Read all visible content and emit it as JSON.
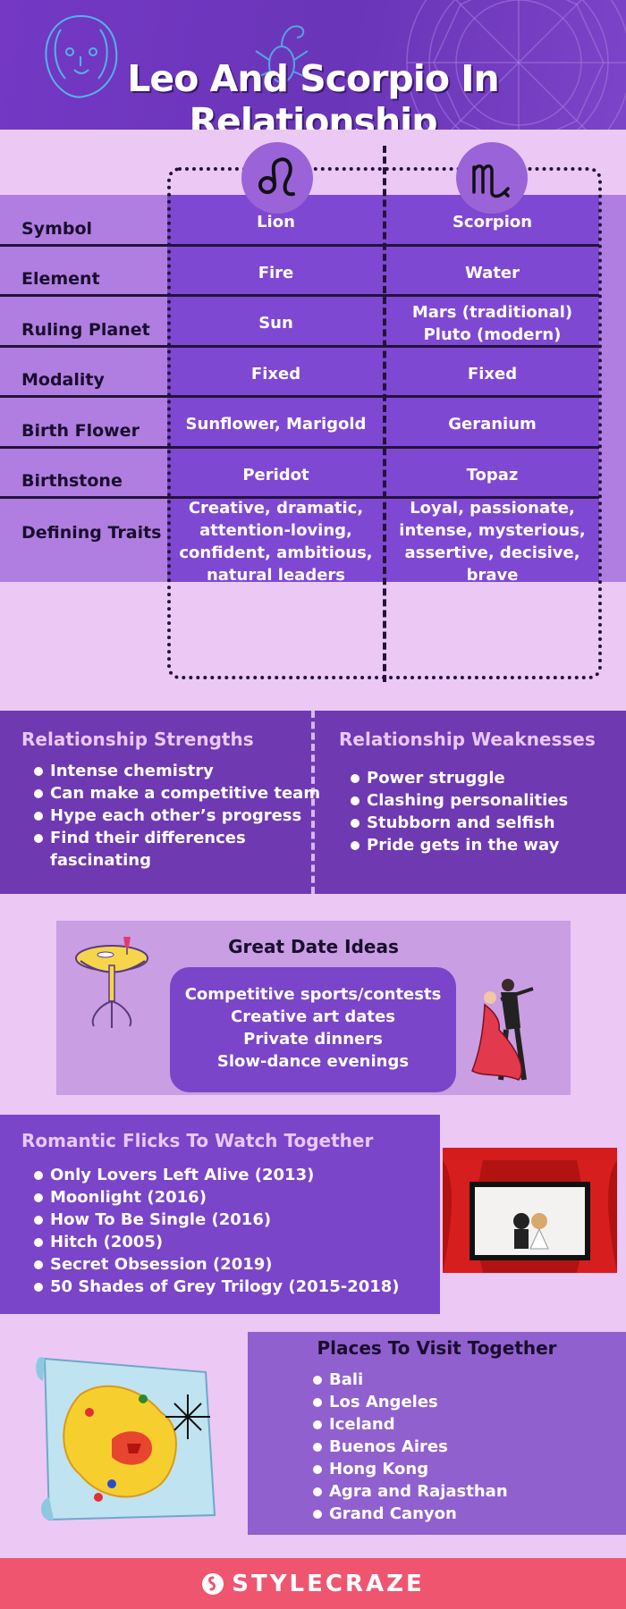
{
  "title": "Leo And Scorpio In Relationship",
  "signs": {
    "leo": {
      "icon": "leo-glyph-icon"
    },
    "scorpio": {
      "icon": "scorpio-glyph-icon"
    }
  },
  "comparison": [
    {
      "label": "Symbol",
      "leo": [
        "Lion"
      ],
      "scorpio": [
        "Scorpion"
      ]
    },
    {
      "label": "Element",
      "leo": [
        "Fire"
      ],
      "scorpio": [
        "Water"
      ]
    },
    {
      "label": "Ruling Planet",
      "leo": [
        "Sun"
      ],
      "scorpio": [
        "Mars (traditional)",
        "Pluto (modern)"
      ]
    },
    {
      "label": "Modality",
      "leo": [
        "Fixed"
      ],
      "scorpio": [
        "Fixed"
      ]
    },
    {
      "label": "Birth Flower",
      "leo": [
        "Sunflower, Marigold"
      ],
      "scorpio": [
        "Geranium"
      ]
    },
    {
      "label": "Birthstone",
      "leo": [
        "Peridot"
      ],
      "scorpio": [
        "Topaz"
      ]
    },
    {
      "label": "Defining Traits",
      "leo": [
        "Creative, dramatic,",
        "attention-loving,",
        "confident, ambitious,",
        "natural leaders"
      ],
      "scorpio": [
        "Loyal, passionate,",
        "intense, mysterious,",
        "assertive, decisive,",
        "brave"
      ]
    }
  ],
  "strengths": {
    "heading": "Relationship Strengths",
    "items": [
      [
        "Intense chemistry"
      ],
      [
        "Can make a competitive team"
      ],
      [
        "Hype each other’s progress"
      ],
      [
        "Find their differences",
        "fascinating"
      ]
    ]
  },
  "weaknesses": {
    "heading": "Relationship Weaknesses",
    "items": [
      "Power struggle",
      "Clashing personalities",
      "Stubborn and selfish",
      "Pride gets in the way"
    ]
  },
  "date_ideas": {
    "heading": "Great Date Ideas",
    "items": [
      "Competitive sports/contests",
      "Creative art dates",
      "Private dinners",
      "Slow-dance evenings"
    ]
  },
  "movies": {
    "heading": "Romantic Flicks To Watch Together",
    "items": [
      "Only Lovers Left Alive (2013)",
      "Moonlight (2016)",
      "How To Be Single (2016)",
      "Hitch (2005)",
      "Secret Obsession (2019)",
      "50 Shades of Grey Trilogy (2015-2018)"
    ]
  },
  "places": {
    "heading": "Places To Visit Together",
    "items": [
      "Bali",
      "Los Angeles",
      "Iceland",
      "Buenos Aires",
      "Hong Kong",
      "Agra and Rajasthan",
      "Grand Canyon"
    ]
  },
  "footer": {
    "brand": "STYLECRAZE"
  },
  "colors": {
    "header": "#6a35b8",
    "cell": "#7f48d2",
    "band": "#b07ee0",
    "panel": "#7a45c8",
    "footer": "#f05570"
  }
}
